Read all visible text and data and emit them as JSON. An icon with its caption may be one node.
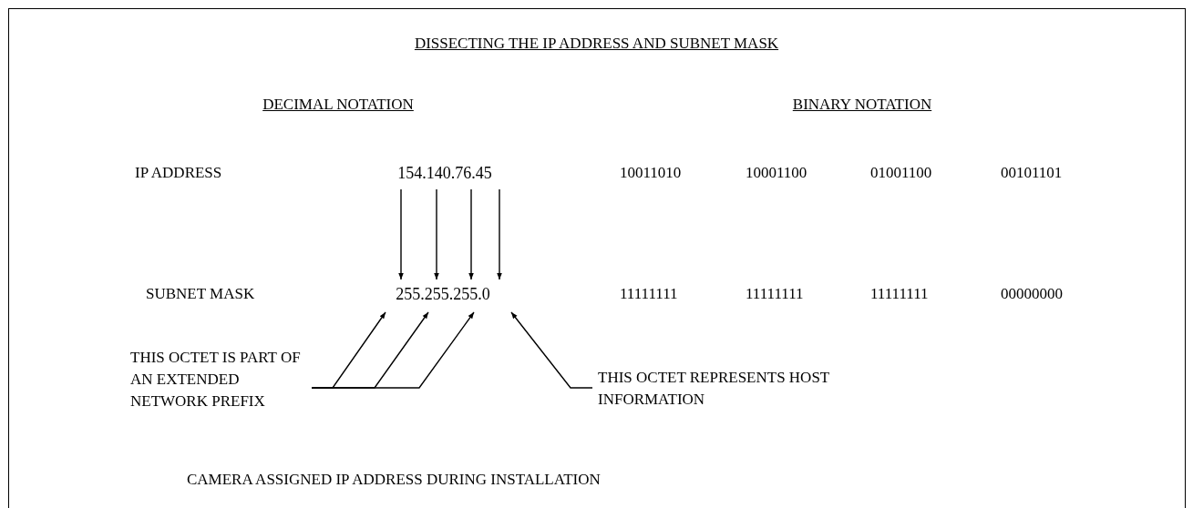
{
  "diagram": {
    "title": "DISSECTING THE IP ADDRESS AND SUBNET MASK",
    "caption": "CAMERA ASSIGNED IP ADDRESS DURING INSTALLATION",
    "nodes": [
      {
        "text": [
          "154.140.76.45"
        ]
      },
      {
        "text": [
          "255.255.255.0"
        ]
      },
      {
        "text": [
          "THIS OCTET IS PART OF AN EXTENDED NETWORK PREFIX"
        ]
      },
      {
        "text": [
          "THIS OCTET REPRESENTS HOST INFORMATION"
        ]
      }
    ],
    "edges": [
      {
        "from": 0,
        "to": 1,
        "arrow": "to"
      },
      {
        "from": 0,
        "to": 1,
        "arrow": "to"
      },
      {
        "from": 0,
        "to": 1,
        "arrow": "to"
      },
      {
        "from": 0,
        "to": 1,
        "arrow": "to"
      },
      {
        "from": 2,
        "to": 1,
        "arrow": "to"
      },
      {
        "from": 2,
        "to": 1,
        "arrow": "to"
      },
      {
        "from": 2,
        "to": 1,
        "arrow": "to"
      },
      {
        "from": 3,
        "to": 1,
        "arrow": "to"
      }
    ],
    "labels": [
      "DECIMAL NOTATION",
      "BINARY NOTATION",
      "IP ADDRESS",
      "10011010",
      "10001100",
      "01001100",
      "00101101",
      "SUBNET MASK",
      "11111111",
      "11111111",
      "11111111",
      "00000000"
    ]
  }
}
